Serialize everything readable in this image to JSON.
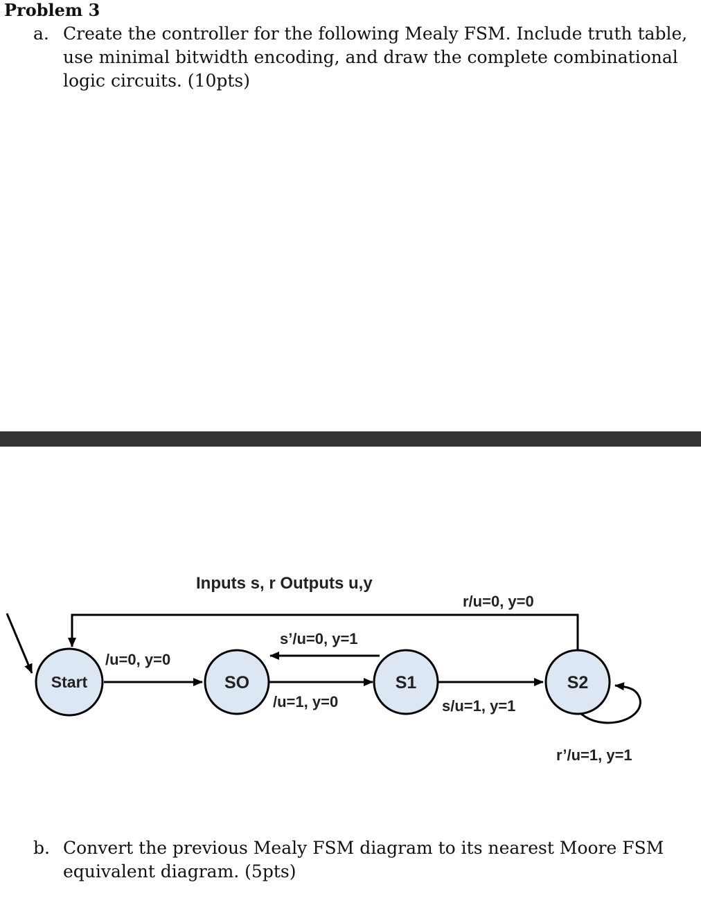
{
  "problem": {
    "title": "Problem 3"
  },
  "part_a": {
    "marker": "a.",
    "text": "Create the controller for the following Mealy FSM. Include truth table, use minimal bitwidth encoding, and draw the complete combinational logic circuits. (10pts)"
  },
  "part_b": {
    "marker": "b.",
    "text": "Convert the previous Mealy FSM diagram to its nearest Moore FSM equivalent diagram. (5pts)"
  },
  "diagram": {
    "io_label": "Inputs s, r Outputs u,y",
    "states": [
      {
        "name": "Start"
      },
      {
        "name": "SO"
      },
      {
        "name": "S1"
      },
      {
        "name": "S2"
      }
    ],
    "transitions": {
      "start_to_s0": "/u=0, y=0",
      "s0_to_s1": "/u=1, y=0",
      "s1_to_s0": "s’/u=0, y=1",
      "s1_to_s2": "s/u=1, y=1",
      "s2_to_start": "r/u=0, y=0",
      "s2_self": "r’/u=1, y=1"
    },
    "colors": {
      "state_fill": "#dde6f3",
      "stroke": "#000000",
      "divider": "#333333"
    }
  }
}
